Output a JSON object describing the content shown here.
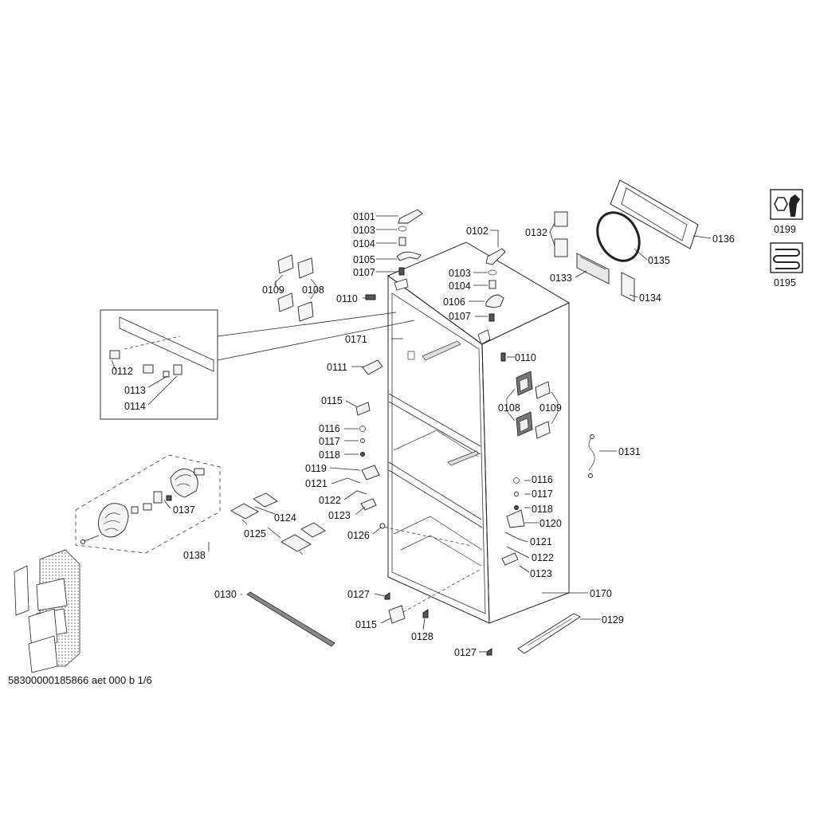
{
  "labels": {
    "p0101": "0101",
    "p0102": "0102",
    "p0103a": "0103",
    "p0103b": "0103",
    "p0104a": "0104",
    "p0104b": "0104",
    "p0105": "0105",
    "p0106": "0106",
    "p0107a": "0107",
    "p0107b": "0107",
    "p0108a": "0108",
    "p0108b": "0108",
    "p0109a": "0109",
    "p0109b": "0109",
    "p0110a": "0110",
    "p0110b": "0110",
    "p0111": "0111",
    "p0112": "0112",
    "p0113": "0113",
    "p0114": "0114",
    "p0115a": "0115",
    "p0115b": "0115",
    "p0116a": "0116",
    "p0116b": "0116",
    "p0117a": "0117",
    "p0117b": "0117",
    "p0118a": "0118",
    "p0118b": "0118",
    "p0119": "0119",
    "p0120": "0120",
    "p0121a": "0121",
    "p0121b": "0121",
    "p0122a": "0122",
    "p0122b": "0122",
    "p0123a": "0123",
    "p0123b": "0123",
    "p0124": "0124",
    "p0125": "0125",
    "p0126": "0126",
    "p0127a": "0127",
    "p0127b": "0127",
    "p0128": "0128",
    "p0129": "0129",
    "p0130": "0130",
    "p0131": "0131",
    "p0132": "0132",
    "p0133": "0133",
    "p0134": "0134",
    "p0135": "0135",
    "p0136": "0136",
    "p0137": "0137",
    "p0138": "0138",
    "p0170": "0170",
    "p0171": "0171",
    "p0199": "0199",
    "p0195": "0195"
  },
  "icons": {
    "tool": "wrench-nut-icon",
    "coil": "heating-coil-icon"
  },
  "footer": "58300000185866 aet 000 b 1/6"
}
